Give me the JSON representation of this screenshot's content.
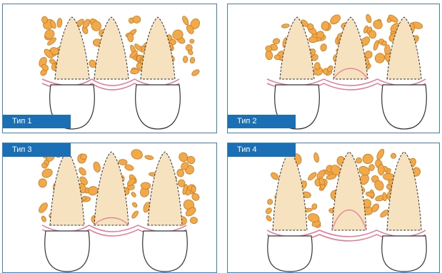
{
  "colors": {
    "frame": "#3b82c4",
    "label_bg": "#1a6fb5",
    "label_text": "#ffffff",
    "bone_fill": "#f2a94a",
    "bone_stroke": "#c9791f",
    "root": "#f7e2c0",
    "gum": "#e8758d",
    "crown": "#ffffff",
    "outline": "#333333"
  },
  "panels": [
    {
      "label": "Тип 1",
      "type": 1
    },
    {
      "label": "Тип 2",
      "type": 2
    },
    {
      "label": "Тип 3",
      "type": 3
    },
    {
      "label": "Тип 4",
      "type": 4
    }
  ]
}
